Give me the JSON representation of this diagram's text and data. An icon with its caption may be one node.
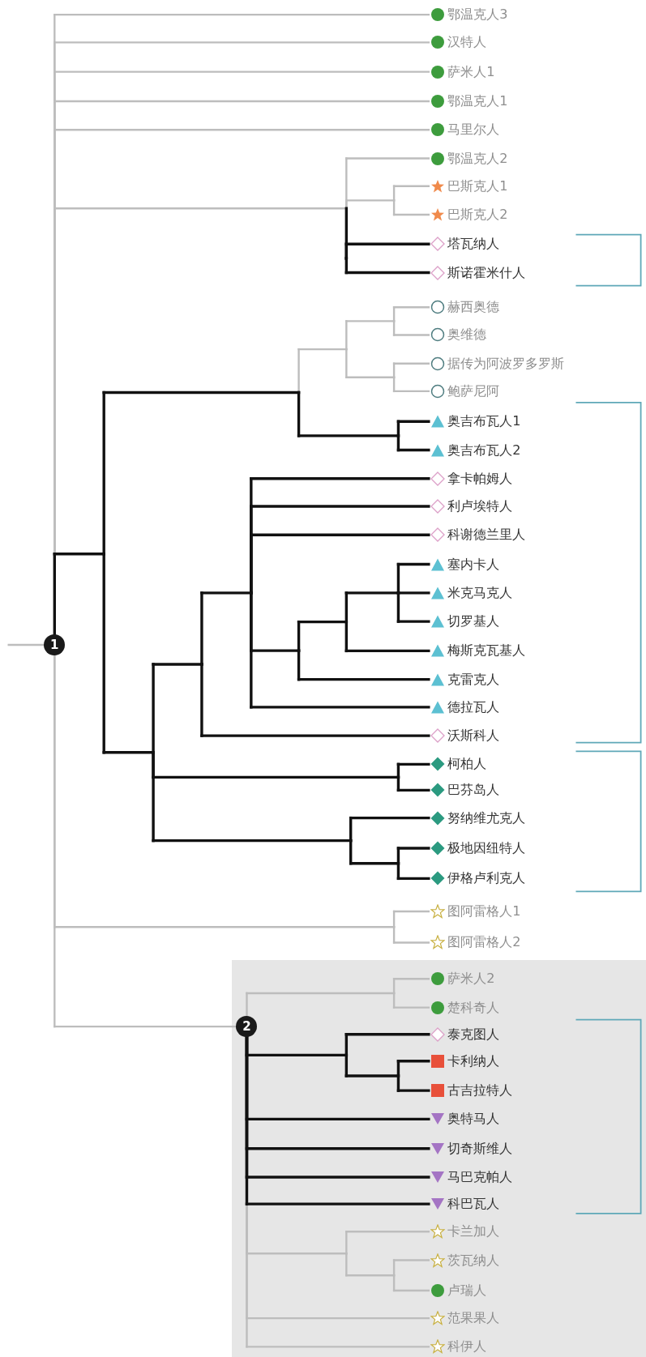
{
  "diagram": {
    "nodes": [
      {
        "text": [
          "鄂温克人3"
        ]
      },
      {
        "text": [
          "汉特人"
        ]
      },
      {
        "text": [
          "萨米人1"
        ]
      },
      {
        "text": [
          "鄂温克人1"
        ]
      },
      {
        "text": [
          "马里尔人"
        ]
      },
      {
        "text": [
          "鄂温克人2"
        ]
      },
      {
        "text": [
          "巴斯克人1"
        ]
      },
      {
        "text": [
          "巴斯克人2"
        ]
      },
      {
        "text": [
          "塔瓦纳人"
        ]
      },
      {
        "text": [
          "斯诺霍米什人"
        ]
      },
      {
        "text": [
          "赫西奥德"
        ]
      },
      {
        "text": [
          "奥维德"
        ]
      },
      {
        "text": [
          "据传为阿波罗多罗斯"
        ]
      },
      {
        "text": [
          "鲍萨尼阿"
        ]
      },
      {
        "text": [
          "奥吉布瓦人1"
        ]
      },
      {
        "text": [
          "奥吉布瓦人2"
        ]
      },
      {
        "text": [
          "拿卡帕姆人"
        ]
      },
      {
        "text": [
          "利卢埃特人"
        ]
      },
      {
        "text": [
          "科谢德兰里人"
        ]
      },
      {
        "text": [
          "塞内卡人"
        ]
      },
      {
        "text": [
          "米克马克人"
        ]
      },
      {
        "text": [
          "切罗基人"
        ]
      },
      {
        "text": [
          "梅斯克瓦基人"
        ]
      },
      {
        "text": [
          "克雷克人"
        ]
      },
      {
        "text": [
          "德拉瓦人"
        ]
      },
      {
        "text": [
          "沃斯科人"
        ]
      },
      {
        "text": [
          "柯柏人"
        ]
      },
      {
        "text": [
          "巴芬岛人"
        ]
      },
      {
        "text": [
          "努纳维尤克人"
        ]
      },
      {
        "text": [
          "极地因纽特人"
        ]
      },
      {
        "text": [
          "伊格卢利克人"
        ]
      },
      {
        "text": [
          "图阿雷格人1"
        ]
      },
      {
        "text": [
          "图阿雷格人2"
        ]
      },
      {
        "text": [
          "萨米人2"
        ]
      },
      {
        "text": [
          "楚科奇人"
        ]
      },
      {
        "text": [
          "泰克图人"
        ]
      },
      {
        "text": [
          "卡利纳人"
        ]
      },
      {
        "text": [
          "古吉拉特人"
        ]
      },
      {
        "text": [
          "奥特马人"
        ]
      },
      {
        "text": [
          "切奇斯维人"
        ]
      },
      {
        "text": [
          "马巴克帕人"
        ]
      },
      {
        "text": [
          "科巴瓦人"
        ]
      },
      {
        "text": [
          "卡兰加人"
        ]
      },
      {
        "text": [
          "茨瓦纳人"
        ]
      },
      {
        "text": [
          "卢瑞人"
        ]
      },
      {
        "text": [
          "范果果人"
        ]
      },
      {
        "text": [
          "科伊人"
        ]
      },
      {
        "text": [
          "1"
        ]
      },
      {
        "text": [
          "2"
        ]
      }
    ]
  }
}
